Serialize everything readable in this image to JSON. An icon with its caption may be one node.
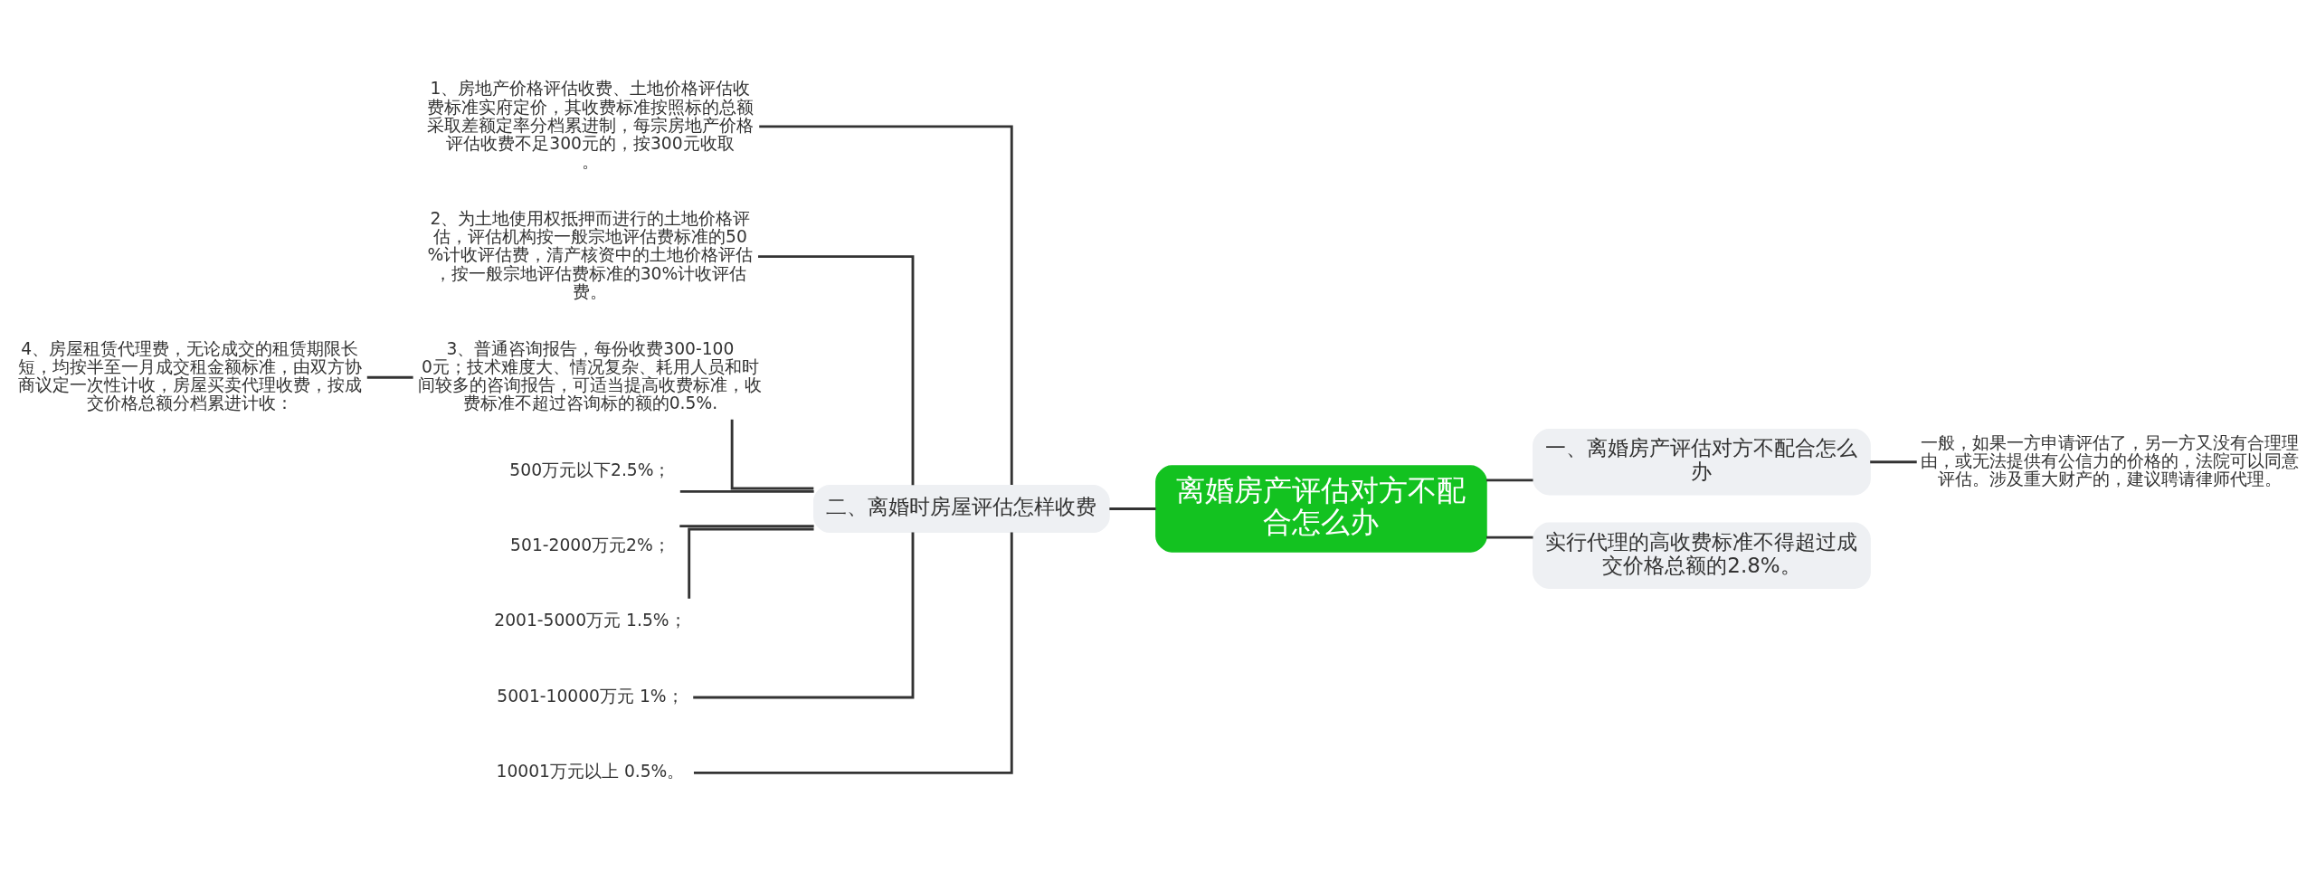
{
  "diagram": {
    "nodes": [
      {
        "text": [
          "离婚房产评估对方不配合怎么办"
        ]
      },
      {
        "text": [
          "一、离婚房产评估对方不配合怎么办"
        ]
      },
      {
        "text": [
          "一般，如果一方申请评估了，另一方又没有合理理由，或无法提供有公信力的价格的，法院可以同意评估。涉及重大财产的，建议聘请律师代理。"
        ]
      },
      {
        "text": [
          "实行代理的高收费标准不得超过成交价格总额的2.8%。"
        ]
      },
      {
        "text": [
          "二、离婚时房屋评估怎样收费"
        ]
      },
      {
        "text": [
          "1、房地产价格评估收费、土地价格评估收费标准实府定价，其收费标准按照标的总额采取差额定率分档累进制，每宗房地产价格评估收费不足300元的，按300元收取。"
        ]
      },
      {
        "text": [
          "2、为土地使用权抵押而进行的土地价格评估，评估机构按一般宗地评估费标准的50%计收评估费，清产核资中的土地价格评估，按一般宗地评估费标准的30%计收评估费。"
        ]
      },
      {
        "text": [
          "3、普通咨询报告，每份收费300-1000元；技术难度大、情况复杂、耗用人员和时间较多的咨询报告，可适当提高收费标准，收费标准不超过咨询标的额的0.5%."
        ]
      },
      {
        "text": [
          "4、房屋租赁代理费，无论成交的租赁期限长短，均按半至一月成交租金额标准，由双方协商议定一次性计收，房屋买卖代理收费，按成交价格总额分档累进计收："
        ]
      },
      {
        "text": [
          "500万元以下2.5%；"
        ]
      },
      {
        "text": [
          "501-2000万元2%；"
        ]
      },
      {
        "text": [
          "2001-5000万元 1.5%；"
        ]
      },
      {
        "text": [
          "5001-10000万元 1%；"
        ]
      },
      {
        "text": [
          "10001万元以上 0.5%。"
        ]
      }
    ],
    "edges": [
      {
        "from": 0,
        "to": 1,
        "arrow": "none"
      },
      {
        "from": 1,
        "to": 2,
        "arrow": "none"
      },
      {
        "from": 0,
        "to": 3,
        "arrow": "none"
      },
      {
        "from": 0,
        "to": 4,
        "arrow": "none"
      },
      {
        "from": 4,
        "to": 5,
        "arrow": "none"
      },
      {
        "from": 4,
        "to": 6,
        "arrow": "none"
      },
      {
        "from": 4,
        "to": 7,
        "arrow": "none"
      },
      {
        "from": 7,
        "to": 8,
        "arrow": "none"
      },
      {
        "from": 4,
        "to": 9,
        "arrow": "none"
      },
      {
        "from": 4,
        "to": 10,
        "arrow": "none"
      },
      {
        "from": 4,
        "to": 11,
        "arrow": "none"
      },
      {
        "from": 4,
        "to": 12,
        "arrow": "none"
      },
      {
        "from": 4,
        "to": 13,
        "arrow": "none"
      }
    ]
  }
}
